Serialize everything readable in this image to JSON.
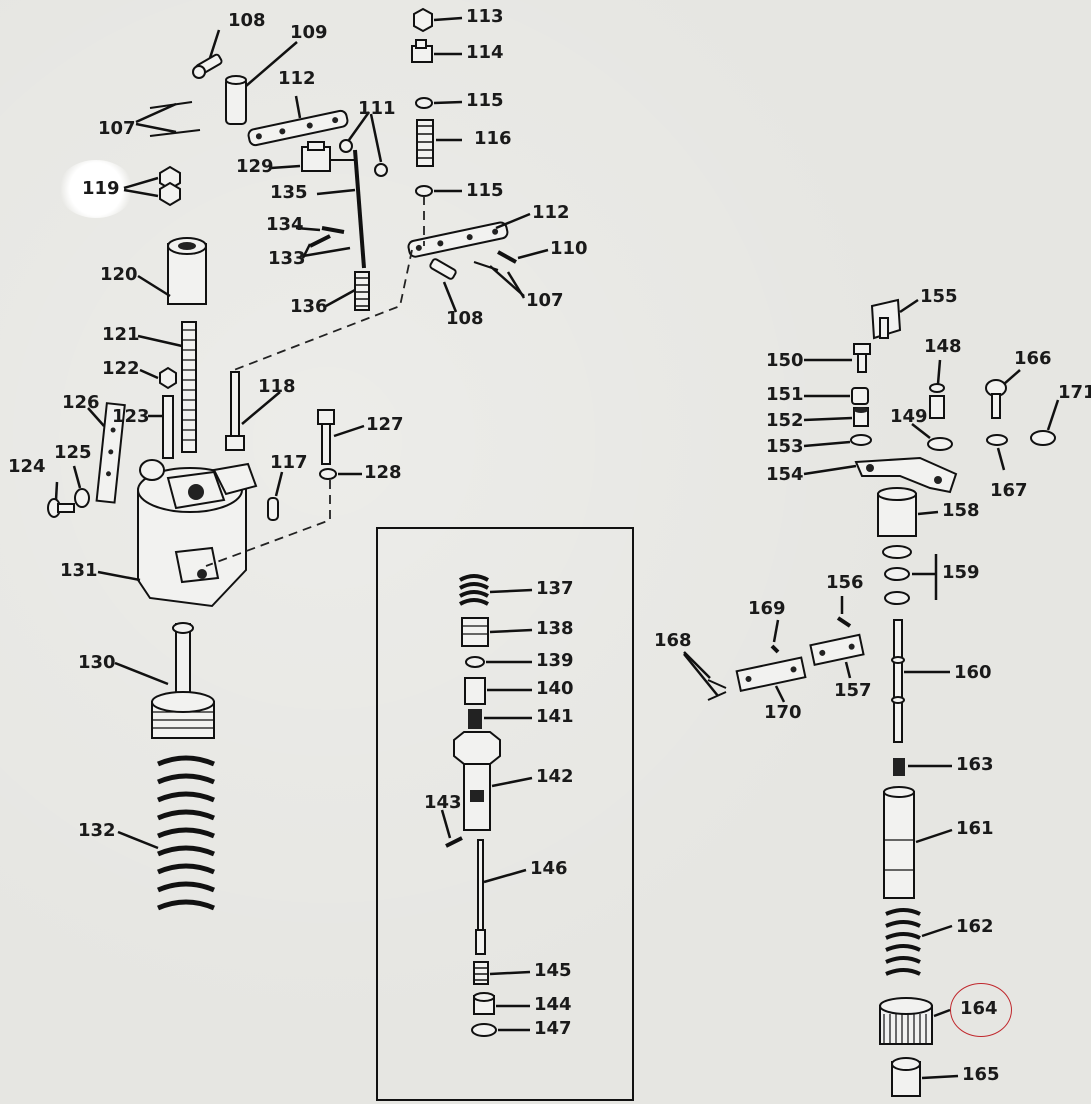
{
  "labels": {
    "p107a": "107",
    "p107b": "107",
    "p108a": "108",
    "p108b": "108",
    "p109": "109",
    "p110": "110",
    "p111": "111",
    "p112a": "112",
    "p112b": "112",
    "p113": "113",
    "p114": "114",
    "p115a": "115",
    "p115b": "115",
    "p116": "116",
    "p117": "117",
    "p118": "118",
    "p119": "119",
    "p120": "120",
    "p121": "121",
    "p122": "122",
    "p123": "123",
    "p124": "124",
    "p125": "125",
    "p126": "126",
    "p127": "127",
    "p128": "128",
    "p129": "129",
    "p130": "130",
    "p131": "131",
    "p132": "132",
    "p133": "133",
    "p134": "134",
    "p135": "135",
    "p136": "136",
    "p137": "137",
    "p138": "138",
    "p139": "139",
    "p140": "140",
    "p141": "141",
    "p142": "142",
    "p143": "143",
    "p144": "144",
    "p145": "145",
    "p146": "146",
    "p147": "147",
    "p148": "148",
    "p149": "149",
    "p150": "150",
    "p151": "151",
    "p152": "152",
    "p153": "153",
    "p154": "154",
    "p155": "155",
    "p156": "156",
    "p157": "157",
    "p158": "158",
    "p159": "159",
    "p160": "160",
    "p161": "161",
    "p162": "162",
    "p163": "163",
    "p164": "164",
    "p165": "165",
    "p166": "166",
    "p167": "167",
    "p168": "168",
    "p169": "169",
    "p170": "170",
    "p171": "171"
  },
  "highlights": {
    "white_circle_part": "119",
    "red_circle_part": "164",
    "red_color": "#c0282d"
  }
}
